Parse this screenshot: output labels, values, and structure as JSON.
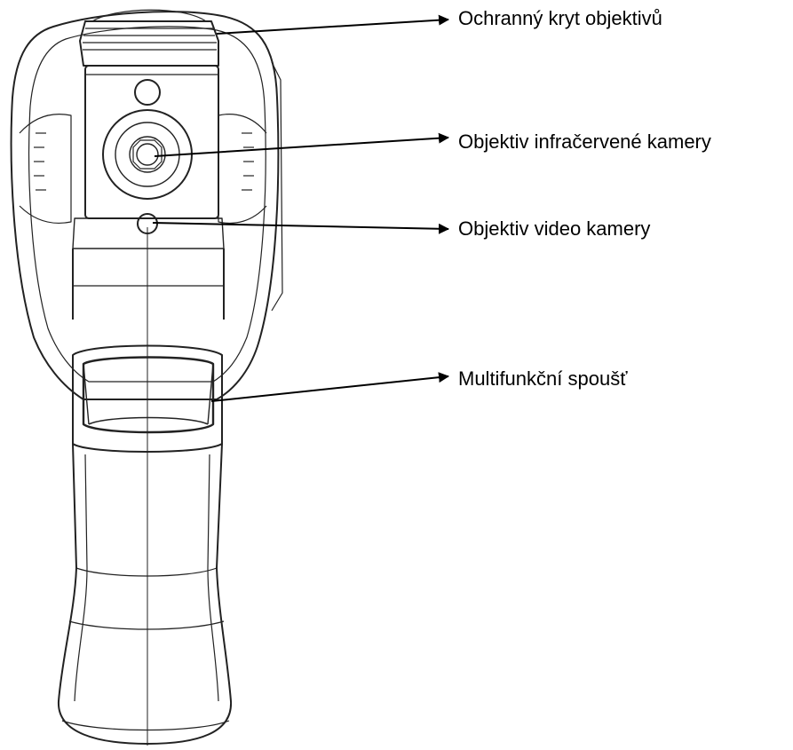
{
  "callouts": [
    {
      "label": "Ochranný kryt objektivů"
    },
    {
      "label": "Objektiv infračervené kamery"
    },
    {
      "label": "Objektiv video kamery"
    },
    {
      "label": "Multifunkční spoušť"
    }
  ],
  "colors": {
    "line": "#000000",
    "body_stroke": "#222222",
    "background": "#ffffff"
  }
}
